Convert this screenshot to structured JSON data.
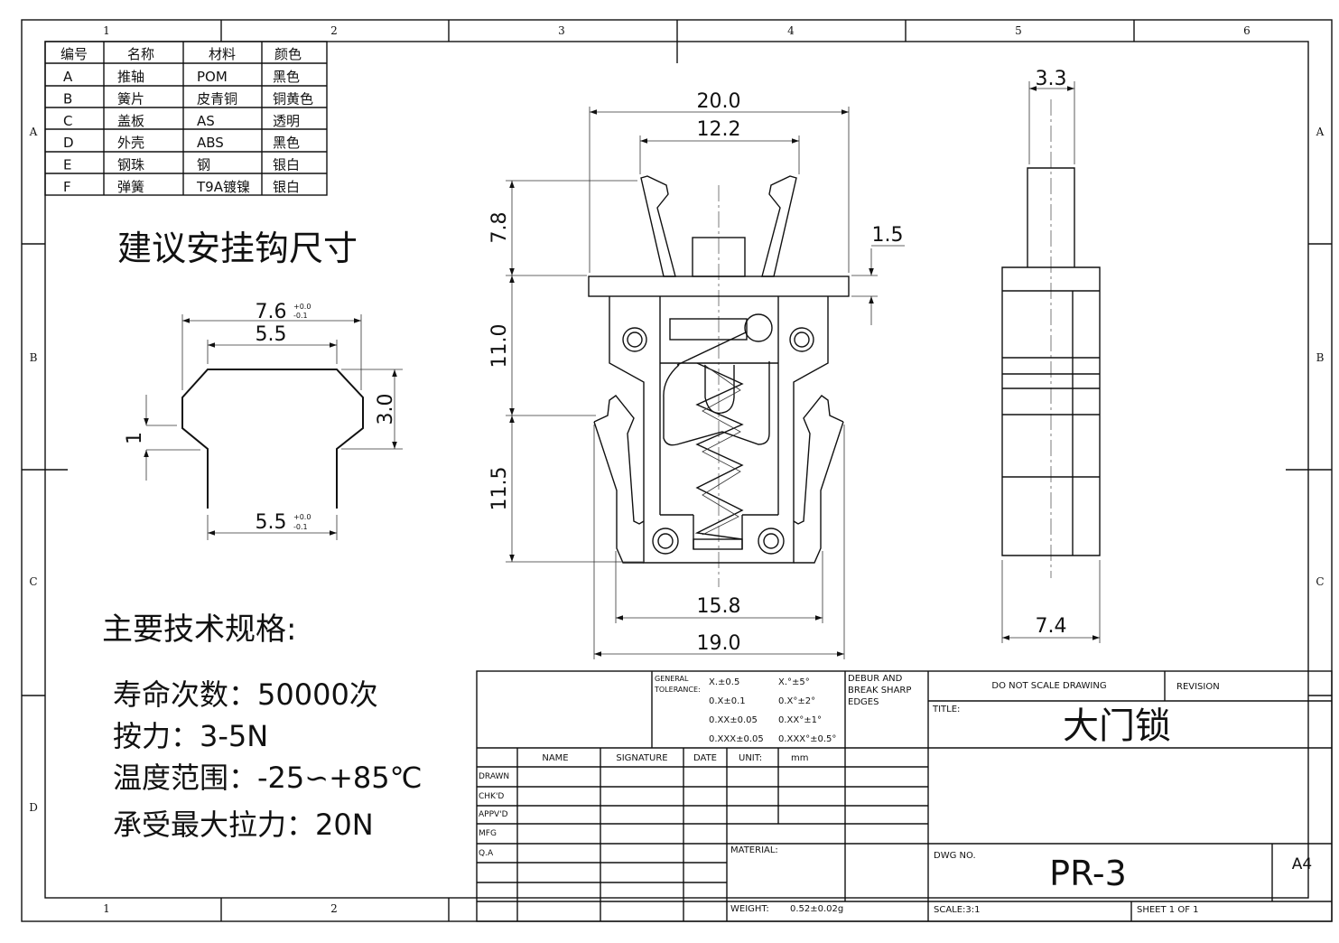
{
  "frame": {
    "columns": [
      "1",
      "2",
      "3",
      "4",
      "5",
      "6"
    ],
    "rows": [
      "A",
      "B",
      "C",
      "D"
    ],
    "bottom_columns": [
      "1",
      "2"
    ]
  },
  "parts_table": {
    "headers": [
      "编号",
      "名称",
      "材料",
      "颜色"
    ],
    "rows": [
      [
        "A",
        "推轴",
        "POM",
        "黑色"
      ],
      [
        "B",
        "簧片",
        "皮青铜",
        "铜黄色"
      ],
      [
        "C",
        "盖板",
        "AS",
        "透明"
      ],
      [
        "D",
        "外壳",
        "ABS",
        "黑色"
      ],
      [
        "E",
        "钢珠",
        "钢",
        "银白"
      ],
      [
        "F",
        "弹簧",
        "T9A镀镍",
        "银白"
      ]
    ]
  },
  "hook_section": {
    "title": "建议安挂钩尺寸",
    "dims": {
      "top_width": "7.6",
      "top_tol_plus": "+0.0",
      "top_tol_minus": "-0.1",
      "flat_width": "5.5",
      "height": "3.0",
      "step": "1",
      "stem_width": "5.5",
      "stem_tol_plus": "+0.0",
      "stem_tol_minus": "-0.1"
    }
  },
  "specs": {
    "title": "主要技术规格:",
    "items": [
      "寿命次数：50000次",
      "按力：3-5N",
      "温度范围：-25∽+85℃",
      "承受最大拉力：20N"
    ]
  },
  "front_view": {
    "dims": {
      "overall_top": "20.0",
      "inner_top": "12.2",
      "finger_height": "7.8",
      "body_upper": "11.0",
      "body_lower": "11.5",
      "flange": "1.5",
      "bottom_inner": "15.8",
      "bottom_overall": "19.0"
    }
  },
  "side_view": {
    "dims": {
      "top_width": "3.3",
      "bottom_width": "7.4"
    }
  },
  "title_block": {
    "general_tolerance_label": [
      "GENERAL",
      "TOLERANCE:"
    ],
    "tolerances": [
      [
        "X.±0.5",
        "X.°±5°"
      ],
      [
        "0.X±0.1",
        "0.X°±2°"
      ],
      [
        "0.XX±0.05",
        "0.XX°±1°"
      ],
      [
        "0.XXX±0.05",
        "0.XXX°±0.5°"
      ]
    ],
    "debur": [
      "DEBUR AND",
      "BREAK SHARP",
      "EDGES"
    ],
    "do_not_scale": "DO NOT SCALE DRAWING",
    "revision_label": "REVISION",
    "title_label": "TITLE:",
    "title": "大门锁",
    "headers": [
      "NAME",
      "SIGNATURE",
      "DATE"
    ],
    "unit_label": "UNIT:",
    "unit": "mm",
    "roles": [
      "DRAWN",
      "CHK'D",
      "APPV'D",
      "MFG",
      "Q.A"
    ],
    "material_label": "MATERIAL:",
    "weight_label": "WEIGHT:",
    "weight": "0.52±0.02g",
    "dwg_no_label": "DWG NO.",
    "dwg_no": "PR-3",
    "size": "A4",
    "scale": "SCALE:3:1",
    "sheet": "SHEET 1 OF 1"
  }
}
